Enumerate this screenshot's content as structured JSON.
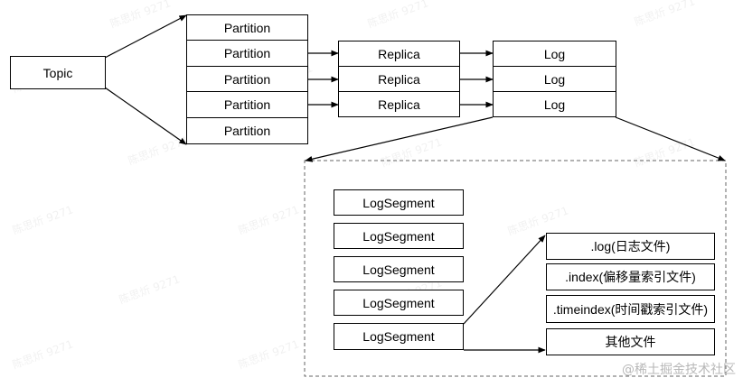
{
  "topic": "Topic",
  "partitions": [
    "Partition",
    "Partition",
    "Partition",
    "Partition",
    "Partition"
  ],
  "replicas": [
    "Replica",
    "Replica",
    "Replica"
  ],
  "logs": [
    "Log",
    "Log",
    "Log"
  ],
  "log_segments": [
    "LogSegment",
    "LogSegment",
    "LogSegment",
    "LogSegment",
    "LogSegment"
  ],
  "segment_files": [
    ".log(日志文件)",
    ".index(偏移量索引文件)",
    ".timeindex(时间戳索引文件)",
    "其他文件"
  ],
  "watermark": "@稀土掘金技术社区",
  "repeated_mark": "陈思炘 9271"
}
